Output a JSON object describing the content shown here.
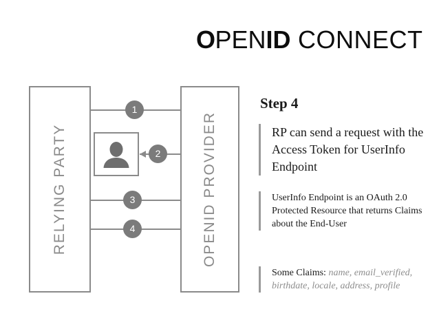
{
  "logo": {
    "part_o": "O",
    "part_pen": "PEN",
    "part_id": "ID",
    "part_connect": " CONNECT",
    "full_text": "OPENID CONNECT"
  },
  "diagram": {
    "relying_party_label": "RELYING PARTY",
    "openid_provider_label": "OPENID PROVIDER",
    "user_icon_name": "end-user-avatar-icon",
    "steps": [
      {
        "number": "1",
        "direction": "right"
      },
      {
        "number": "2",
        "direction": "both"
      },
      {
        "number": "3",
        "direction": "left"
      },
      {
        "number": "4",
        "direction": "right"
      }
    ]
  },
  "panel": {
    "step_title": "Step 4",
    "block_1": "RP can send a request with the Access Token for UserInfo Endpoint",
    "block_2": "UserInfo Endpoint is an OAuth 2.0 Protected Resource that returns Claims about the End-User",
    "block_3_lead": "Some Claims: ",
    "block_3_claims": "name, email_verified, birthdate, locale, address, profile"
  },
  "colors": {
    "stroke_gray": "#8a8a8a",
    "badge_gray": "#7b7b7b",
    "accent_bar_gray": "#9a9a9a",
    "italic_text_gray": "#8d8d8d",
    "logo_black": "#0d0d0d",
    "background": "#ffffff"
  }
}
